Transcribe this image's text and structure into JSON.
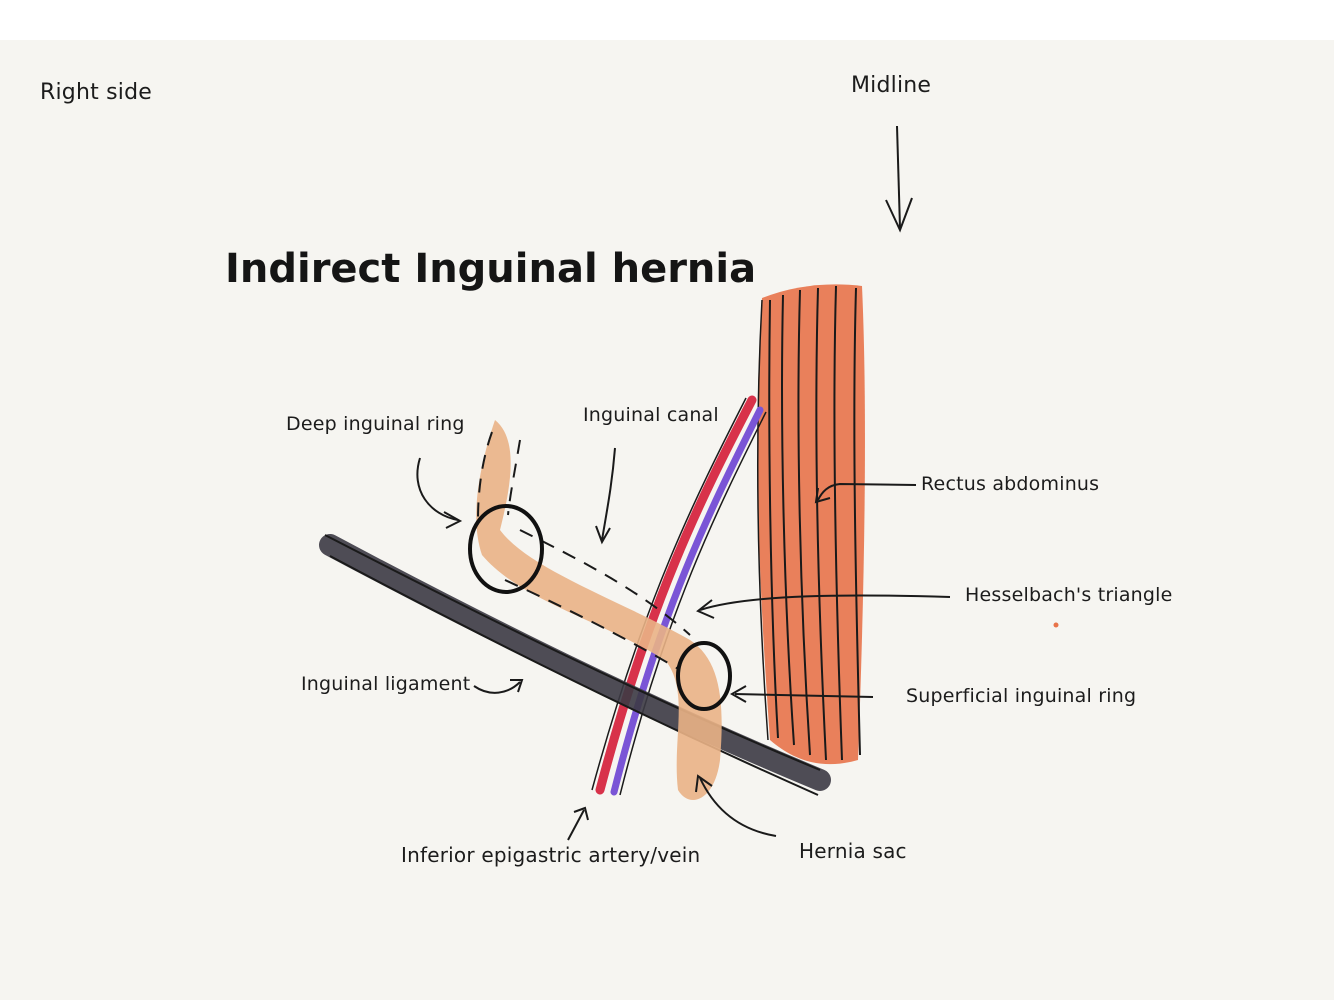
{
  "diagram": {
    "title": "Indirect Inguinal hernia",
    "orientation": {
      "side": "Right side",
      "midline": "Midline"
    },
    "labels": {
      "deep_ring": "Deep inguinal ring",
      "canal": "Inguinal canal",
      "rectus": "Rectus abdominus",
      "hesselbach": "Hesselbach's triangle",
      "superficial_ring": "Superficial inguinal ring",
      "ligament": "Inguinal ligament",
      "vessels": "Inferior epigastric artery/vein",
      "sac": "Hernia sac"
    },
    "colors": {
      "background": "#f6f5f1",
      "muscle": "#e8734a",
      "hernia": "#eab386",
      "artery": "#d8324a",
      "vein": "#7a55d6",
      "ligament": "#3c3a44"
    }
  }
}
